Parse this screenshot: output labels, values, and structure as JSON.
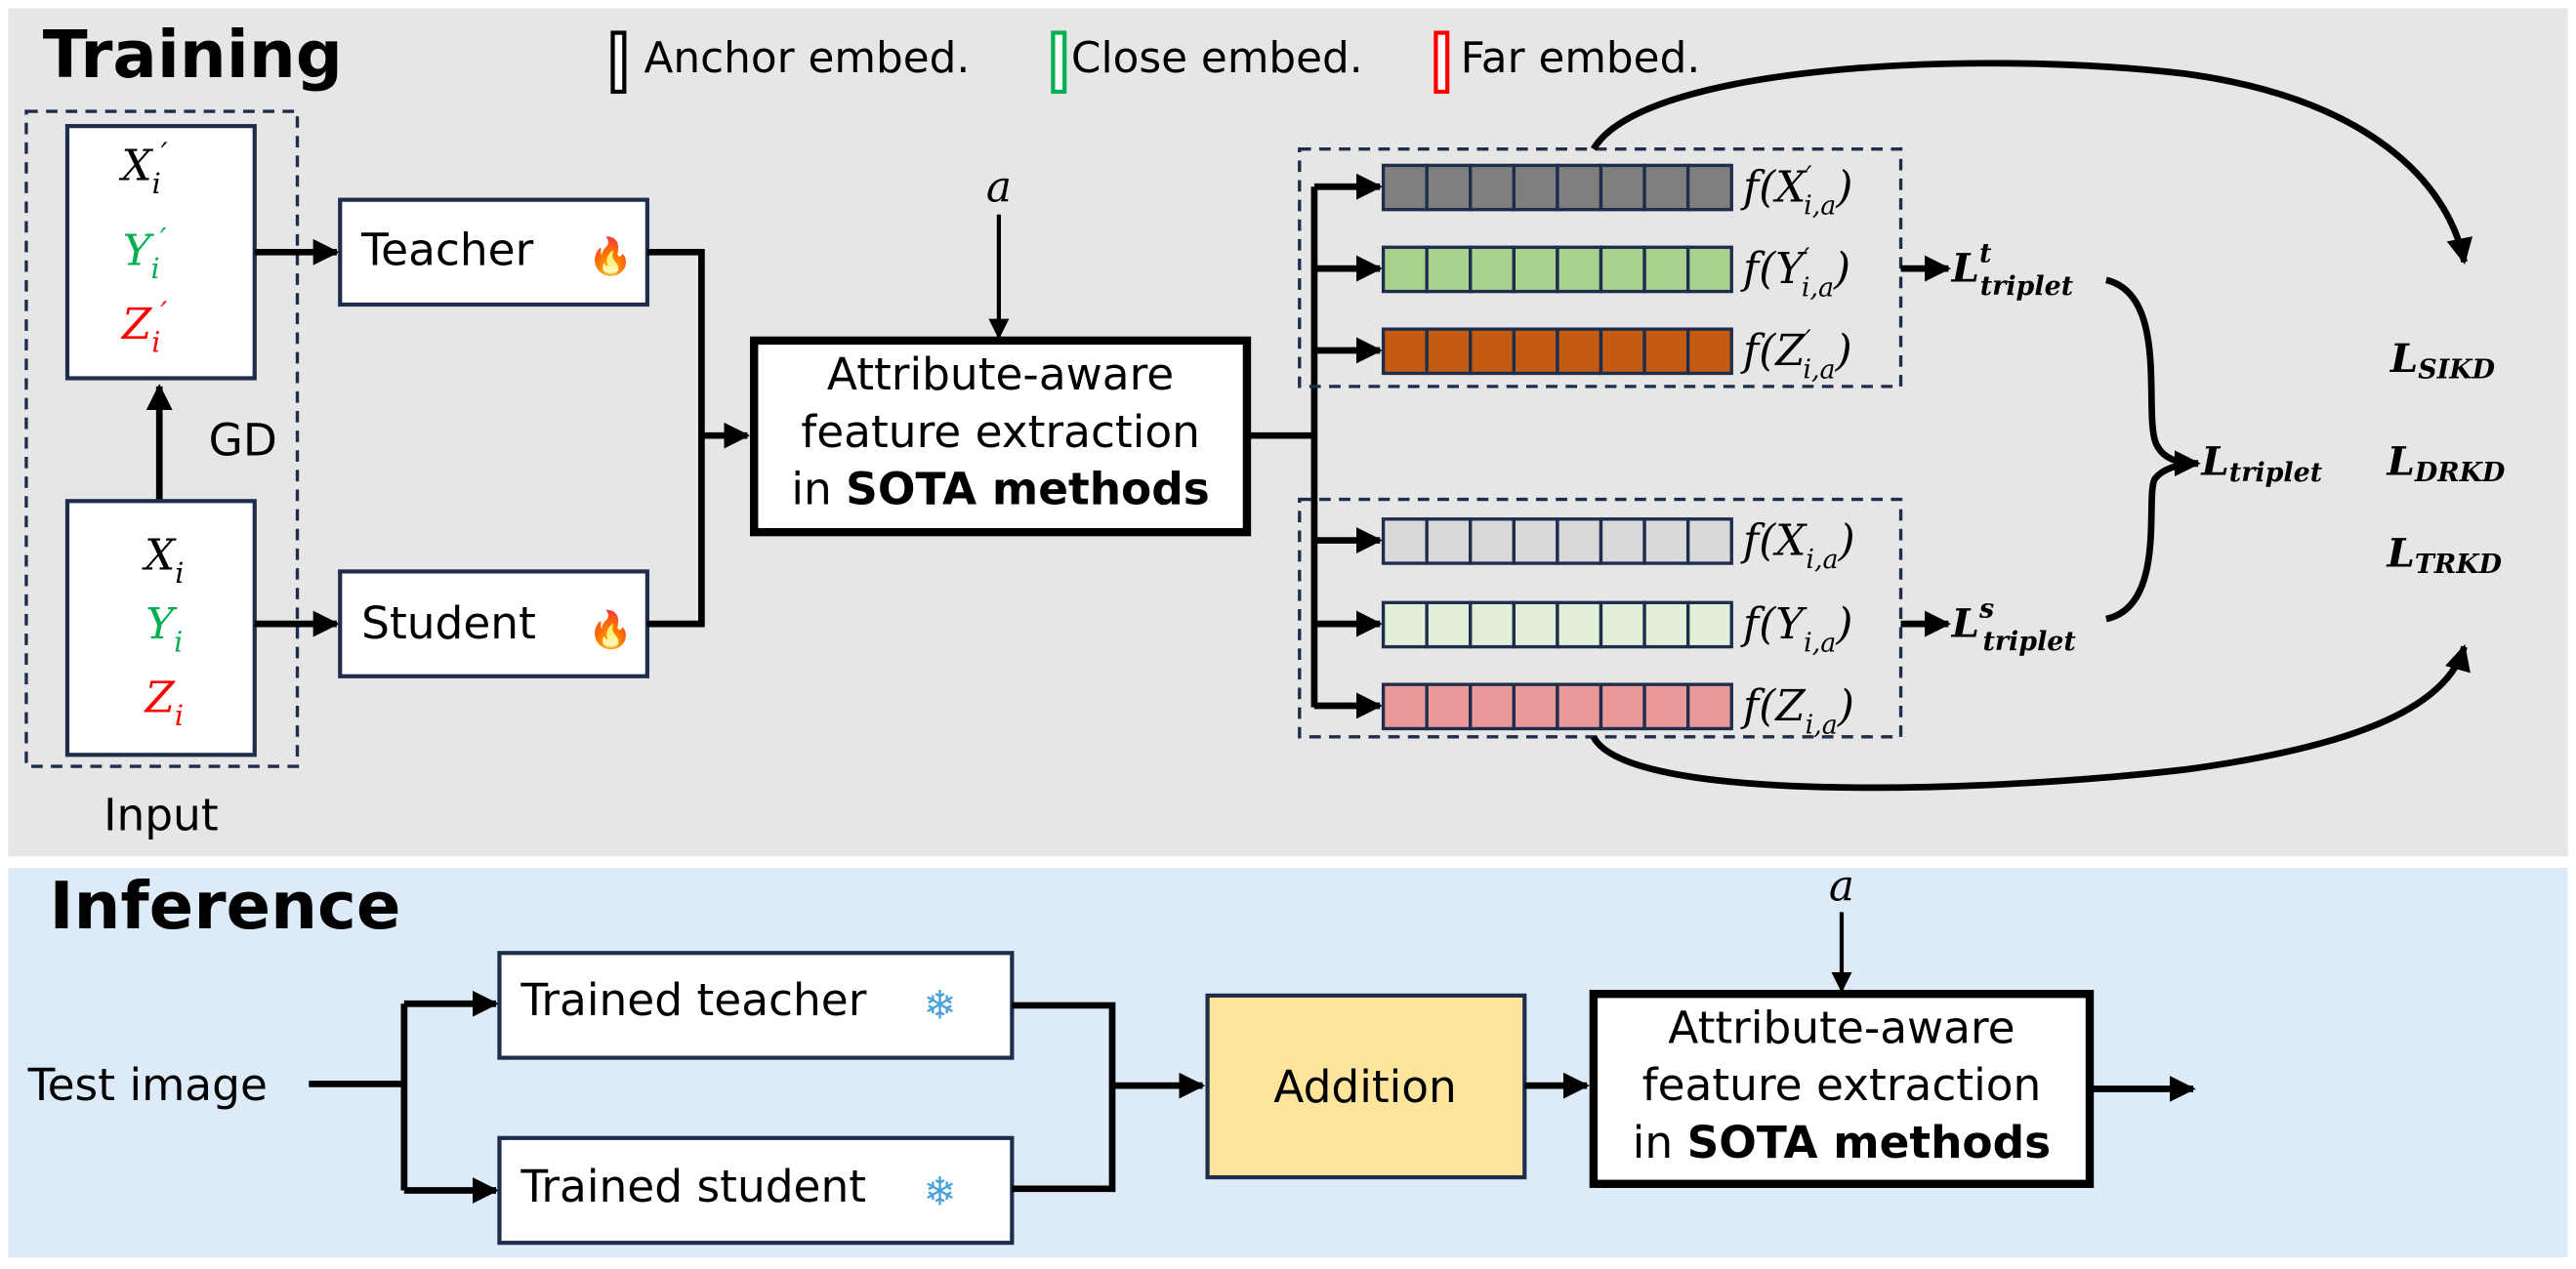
{
  "training": {
    "title": "Training",
    "background": "#e6e6e6",
    "legend": [
      {
        "label": "Anchor embed.",
        "color": "#000000"
      },
      {
        "label": "Close embed.",
        "color": "#00b050"
      },
      {
        "label": "Far embed.",
        "color": "#ff0000"
      }
    ],
    "input": {
      "caption": "Input",
      "gd_label": "GD",
      "augmented": [
        {
          "symbol": "X",
          "sub": "i",
          "prime": "′",
          "color": "#000000"
        },
        {
          "symbol": "Y",
          "sub": "i",
          "prime": "′",
          "color": "#00b050"
        },
        {
          "symbol": "Z",
          "sub": "i",
          "prime": "′",
          "color": "#ff0000"
        }
      ],
      "original": [
        {
          "symbol": "X",
          "sub": "i",
          "prime": "",
          "color": "#000000"
        },
        {
          "symbol": "Y",
          "sub": "i",
          "prime": "",
          "color": "#00b050"
        },
        {
          "symbol": "Z",
          "sub": "i",
          "prime": "",
          "color": "#ff0000"
        }
      ]
    },
    "teacher": {
      "label": "Teacher",
      "icon": "🔥"
    },
    "student": {
      "label": "Student",
      "icon": "🔥"
    },
    "attribute_input": "a",
    "extractor": {
      "line1": "Attribute-aware",
      "line2": "feature extraction",
      "line3_prefix": "in ",
      "line3_bold": "SOTA methods"
    },
    "teacher_embeddings": [
      {
        "label_f": "f(",
        "symbol": "X",
        "prime": "′",
        "sub": "i,a",
        "close": ")",
        "fill": "#7f7f7f",
        "cells": 8
      },
      {
        "label_f": "f(",
        "symbol": "Y",
        "prime": "′",
        "sub": "i,a",
        "close": ")",
        "fill": "#a9d18e",
        "cells": 8
      },
      {
        "label_f": "f(",
        "symbol": "Z",
        "prime": "′",
        "sub": "i,a",
        "close": ")",
        "fill": "#c55a11",
        "cells": 8
      }
    ],
    "student_embeddings": [
      {
        "label_f": "f(",
        "symbol": "X",
        "prime": "",
        "sub": "i,a",
        "close": ")",
        "fill": "#d9d9d9",
        "cells": 8
      },
      {
        "label_f": "f(",
        "symbol": "Y",
        "prime": "",
        "sub": "i,a",
        "close": ")",
        "fill": "#e2f0d9",
        "cells": 8
      },
      {
        "label_f": "f(",
        "symbol": "Z",
        "prime": "",
        "sub": "i,a",
        "close": ")",
        "fill": "#ea9999",
        "cells": 8
      }
    ],
    "losses": {
      "teacher_triplet": {
        "main": "L",
        "sup": "t",
        "sub": "triplet"
      },
      "student_triplet": {
        "main": "L",
        "sup": "s",
        "sub": "triplet"
      },
      "triplet": {
        "main": "L",
        "sub": "triplet"
      },
      "kd": [
        {
          "main": "L",
          "sub": "SIKD"
        },
        {
          "main": "L",
          "sub": "DRKD"
        },
        {
          "main": "L",
          "sub": "TRKD"
        }
      ]
    }
  },
  "inference": {
    "title": "Inference",
    "background": "#ddeaf7",
    "test_image": "Test image",
    "trained_teacher": {
      "label": "Trained teacher",
      "icon": "❄"
    },
    "trained_student": {
      "label": "Trained student",
      "icon": "❄"
    },
    "addition": {
      "label": "Addition",
      "fill": "#fde59b"
    },
    "attribute_input": "a",
    "extractor": {
      "line1": "Attribute-aware",
      "line2": "feature extraction",
      "line3_prefix": "in ",
      "line3_bold": "SOTA methods"
    }
  }
}
